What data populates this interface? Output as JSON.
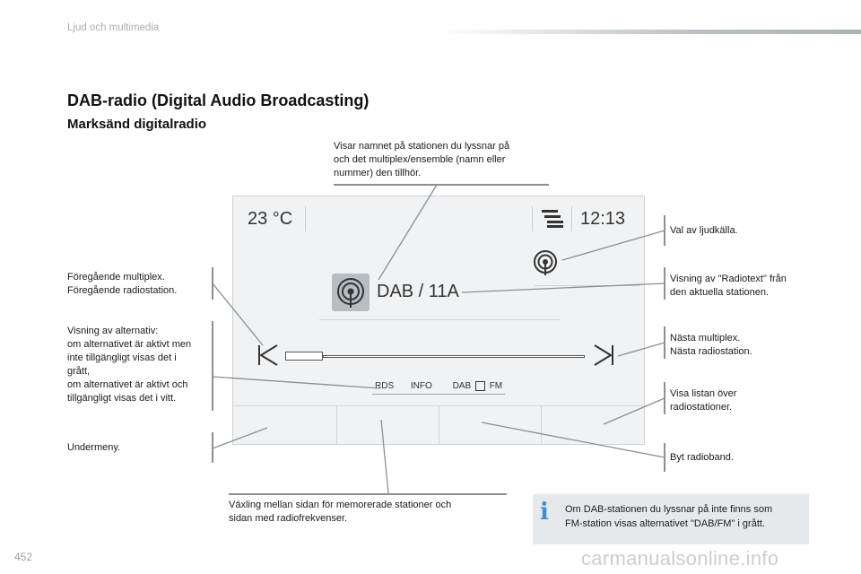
{
  "header": {
    "section": "Ljud och multimedia"
  },
  "heading": {
    "title": "DAB-radio (Digital Audio Broadcasting)",
    "subtitle": "Marksänd digitalradio"
  },
  "annotations": {
    "station_name": "Visar namnet på stationen du lyssnar på\noch det multiplex/ensemble (namn eller\nnummer) den tillhör.",
    "prev": "Föregående multiplex.\nFöregående radiostation.",
    "options": "Visning av alternativ:\nom alternativet är aktivt men\ninte tillgängligt visas det i\ngrått,\nom alternativet är aktivt och\ntillgängligt visas det i vitt.",
    "submenu": "Undermeny.",
    "source": "Val av ljudkälla.",
    "radiotext": "Visning av \"Radiotext\" från\nden aktuella stationen.",
    "next": "Nästa multiplex.\nNästa radiostation.",
    "list": "Visa listan över\nradiostationer.",
    "band": "Byt radioband.",
    "switch": "Växling mellan sidan för memorerade stationer och\nsidan med radiofrekvenser."
  },
  "screen": {
    "temperature": "23 °C",
    "time": "12:13",
    "station": "DAB / 11A",
    "modes": {
      "rds": "RDS",
      "info": "INFO",
      "dab": "DAB",
      "fm": "FM"
    }
  },
  "note": {
    "text": "Om DAB-stationen du lyssnar på inte finns som\nFM-station visas alternativet \"DAB/FM\" i grått."
  },
  "footer": {
    "page_number": "452",
    "watermark": "carmanualsonline.info"
  },
  "colors": {
    "accent_info": "#3a8fd6",
    "leader": "#8a8f94",
    "screen_bg": "#f1f2f3"
  },
  "icons": [
    "broadcast-icon",
    "source-broadcast-icon",
    "list-icon",
    "previous-icon",
    "next-icon",
    "info-icon"
  ]
}
